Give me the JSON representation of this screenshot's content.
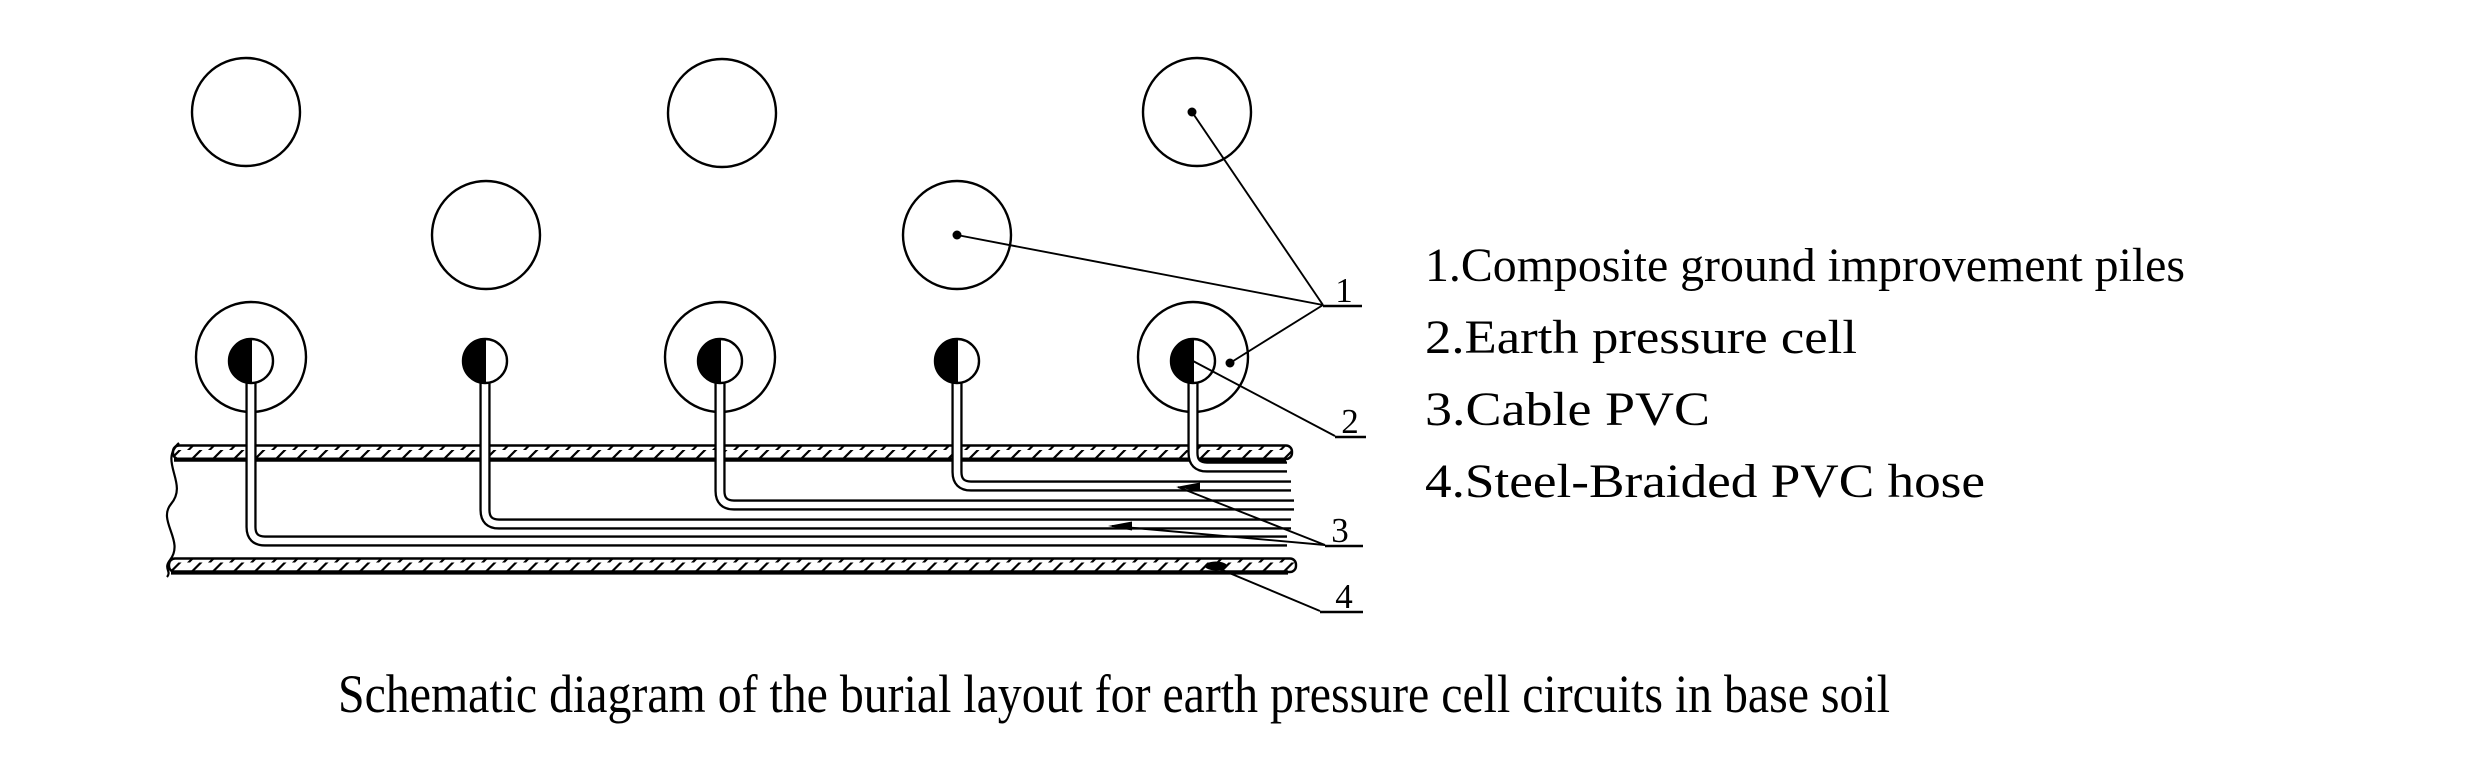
{
  "figure": {
    "callouts": {
      "c1": "1",
      "c2": "2",
      "c3": "3",
      "c4": "4"
    },
    "legend": {
      "items": [
        {
          "label": "1.Composite ground improvement piles"
        },
        {
          "label": "2.Earth pressure cell"
        },
        {
          "label": "3.Cable PVC"
        },
        {
          "label": "4.Steel-Braided PVC hose"
        }
      ]
    },
    "caption": "Schematic diagram of the burial layout for earth pressure cell circuits in base soil",
    "colors": {
      "ink": "#000000",
      "paper": "#ffffff"
    }
  }
}
